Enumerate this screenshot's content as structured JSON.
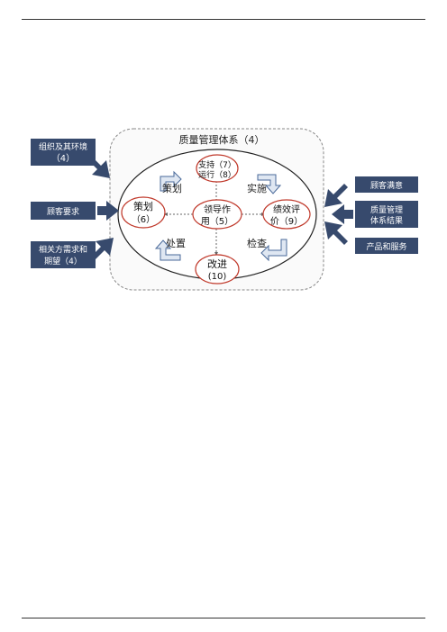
{
  "system_title": "质量管理体系（4）",
  "nodes": {
    "planning": {
      "line1": "策划",
      "line2": "（6）"
    },
    "support": {
      "line1": "支持（7）",
      "line2": "运行（8）"
    },
    "leadership": {
      "line1": "领导作",
      "line2": "用（5）"
    },
    "performance": {
      "line1": "绩效评",
      "line2": "价（9）"
    },
    "improvement": {
      "line1": "改进",
      "line2": "(10)"
    }
  },
  "cycle": {
    "plan": "策划",
    "do": "实施",
    "check": "检查",
    "act": "处置"
  },
  "inputs": {
    "context": {
      "line1": "组织及其环境",
      "line2": "（4）"
    },
    "requirements": {
      "line1": "顾客要求"
    },
    "interested": {
      "line1": "相关方需求和",
      "line2": "期望（4）"
    }
  },
  "outputs": {
    "satisfaction": {
      "line1": "顾客满意"
    },
    "results": {
      "line1": "质量管理",
      "line2": "体系结果"
    },
    "products": {
      "line1": "产品和服务"
    }
  },
  "colors": {
    "box_fill": "#374a6d",
    "node_stroke": "#c0392b",
    "frame_stroke": "#888888",
    "arrow_fill": "#dfe7f2",
    "arrow_stroke": "#4a6a9a"
  }
}
